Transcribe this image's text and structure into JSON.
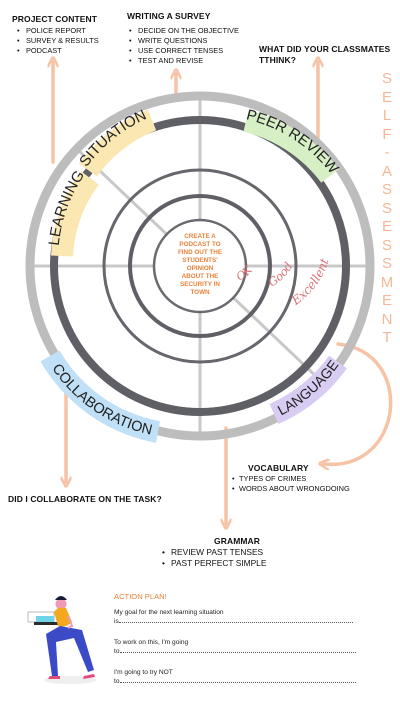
{
  "project_content": {
    "title": "PROJECT CONTENT",
    "items": [
      "POLICE REPORT",
      "SURVEY & RESULTS",
      "PODCAST"
    ]
  },
  "writing_survey": {
    "title": "WRITING A SURVEY",
    "items": [
      "DECIDE ON THE OBJECTIVE",
      "WRITE QUESTIONS",
      "USE CORRECT TENSES",
      "TEST AND REVISE"
    ]
  },
  "classmates_question": "WHAT DID YOUR CLASSMATES TTHINK?",
  "self_assessment_letters": [
    "S",
    "E",
    "L",
    "F",
    "-",
    "A",
    "S",
    "S",
    "E",
    "S",
    "S",
    "M",
    "E",
    "N",
    "T"
  ],
  "wheel": {
    "center_text": "CREATE A PODCAST TO FIND OUT THE STUDENTS' OPINION ABOUT THE SECURITY IN TOWN",
    "ring_labels": [
      "OK",
      "Good",
      "Excellent"
    ],
    "segments": {
      "learning_situation_1": "LEARNING",
      "learning_situation_2": "SITUATION",
      "peer_review": "PEER REVIEW",
      "collaboration": "COLLABORATION",
      "language": "LANGUAGE"
    }
  },
  "vocabulary": {
    "title": "VOCABULARY",
    "items": [
      "TYPES OF CRIMES",
      "WORDS ABOUT WRONGDOING"
    ]
  },
  "collab_question": "DID I COLLABORATE ON THE TASK?",
  "grammar": {
    "title": "GRAMMAR",
    "items": [
      "REVIEW PAST TENSES",
      "PAST PERFECT SIMPLE"
    ]
  },
  "action_plan": {
    "title": "ACTION PLAN!",
    "line1": "My goal for the next learning situation",
    "line1_end": "is",
    "line2": "To work on this, I'm going",
    "line2_end": "to",
    "line3": "I'm going to try NOT",
    "line3_end": "to"
  },
  "colors": {
    "ring_light": "#bdbdbd",
    "ring_dark": "#5f5f66",
    "arrow": "#f6c3a6",
    "center_text": "#e8833a",
    "ring_label": "#d8747a",
    "learning_bg": "#fbe7b2",
    "peer_bg": "#d6efc4",
    "collab_bg": "#bfe0f6",
    "language_bg": "#d9ccf2"
  }
}
